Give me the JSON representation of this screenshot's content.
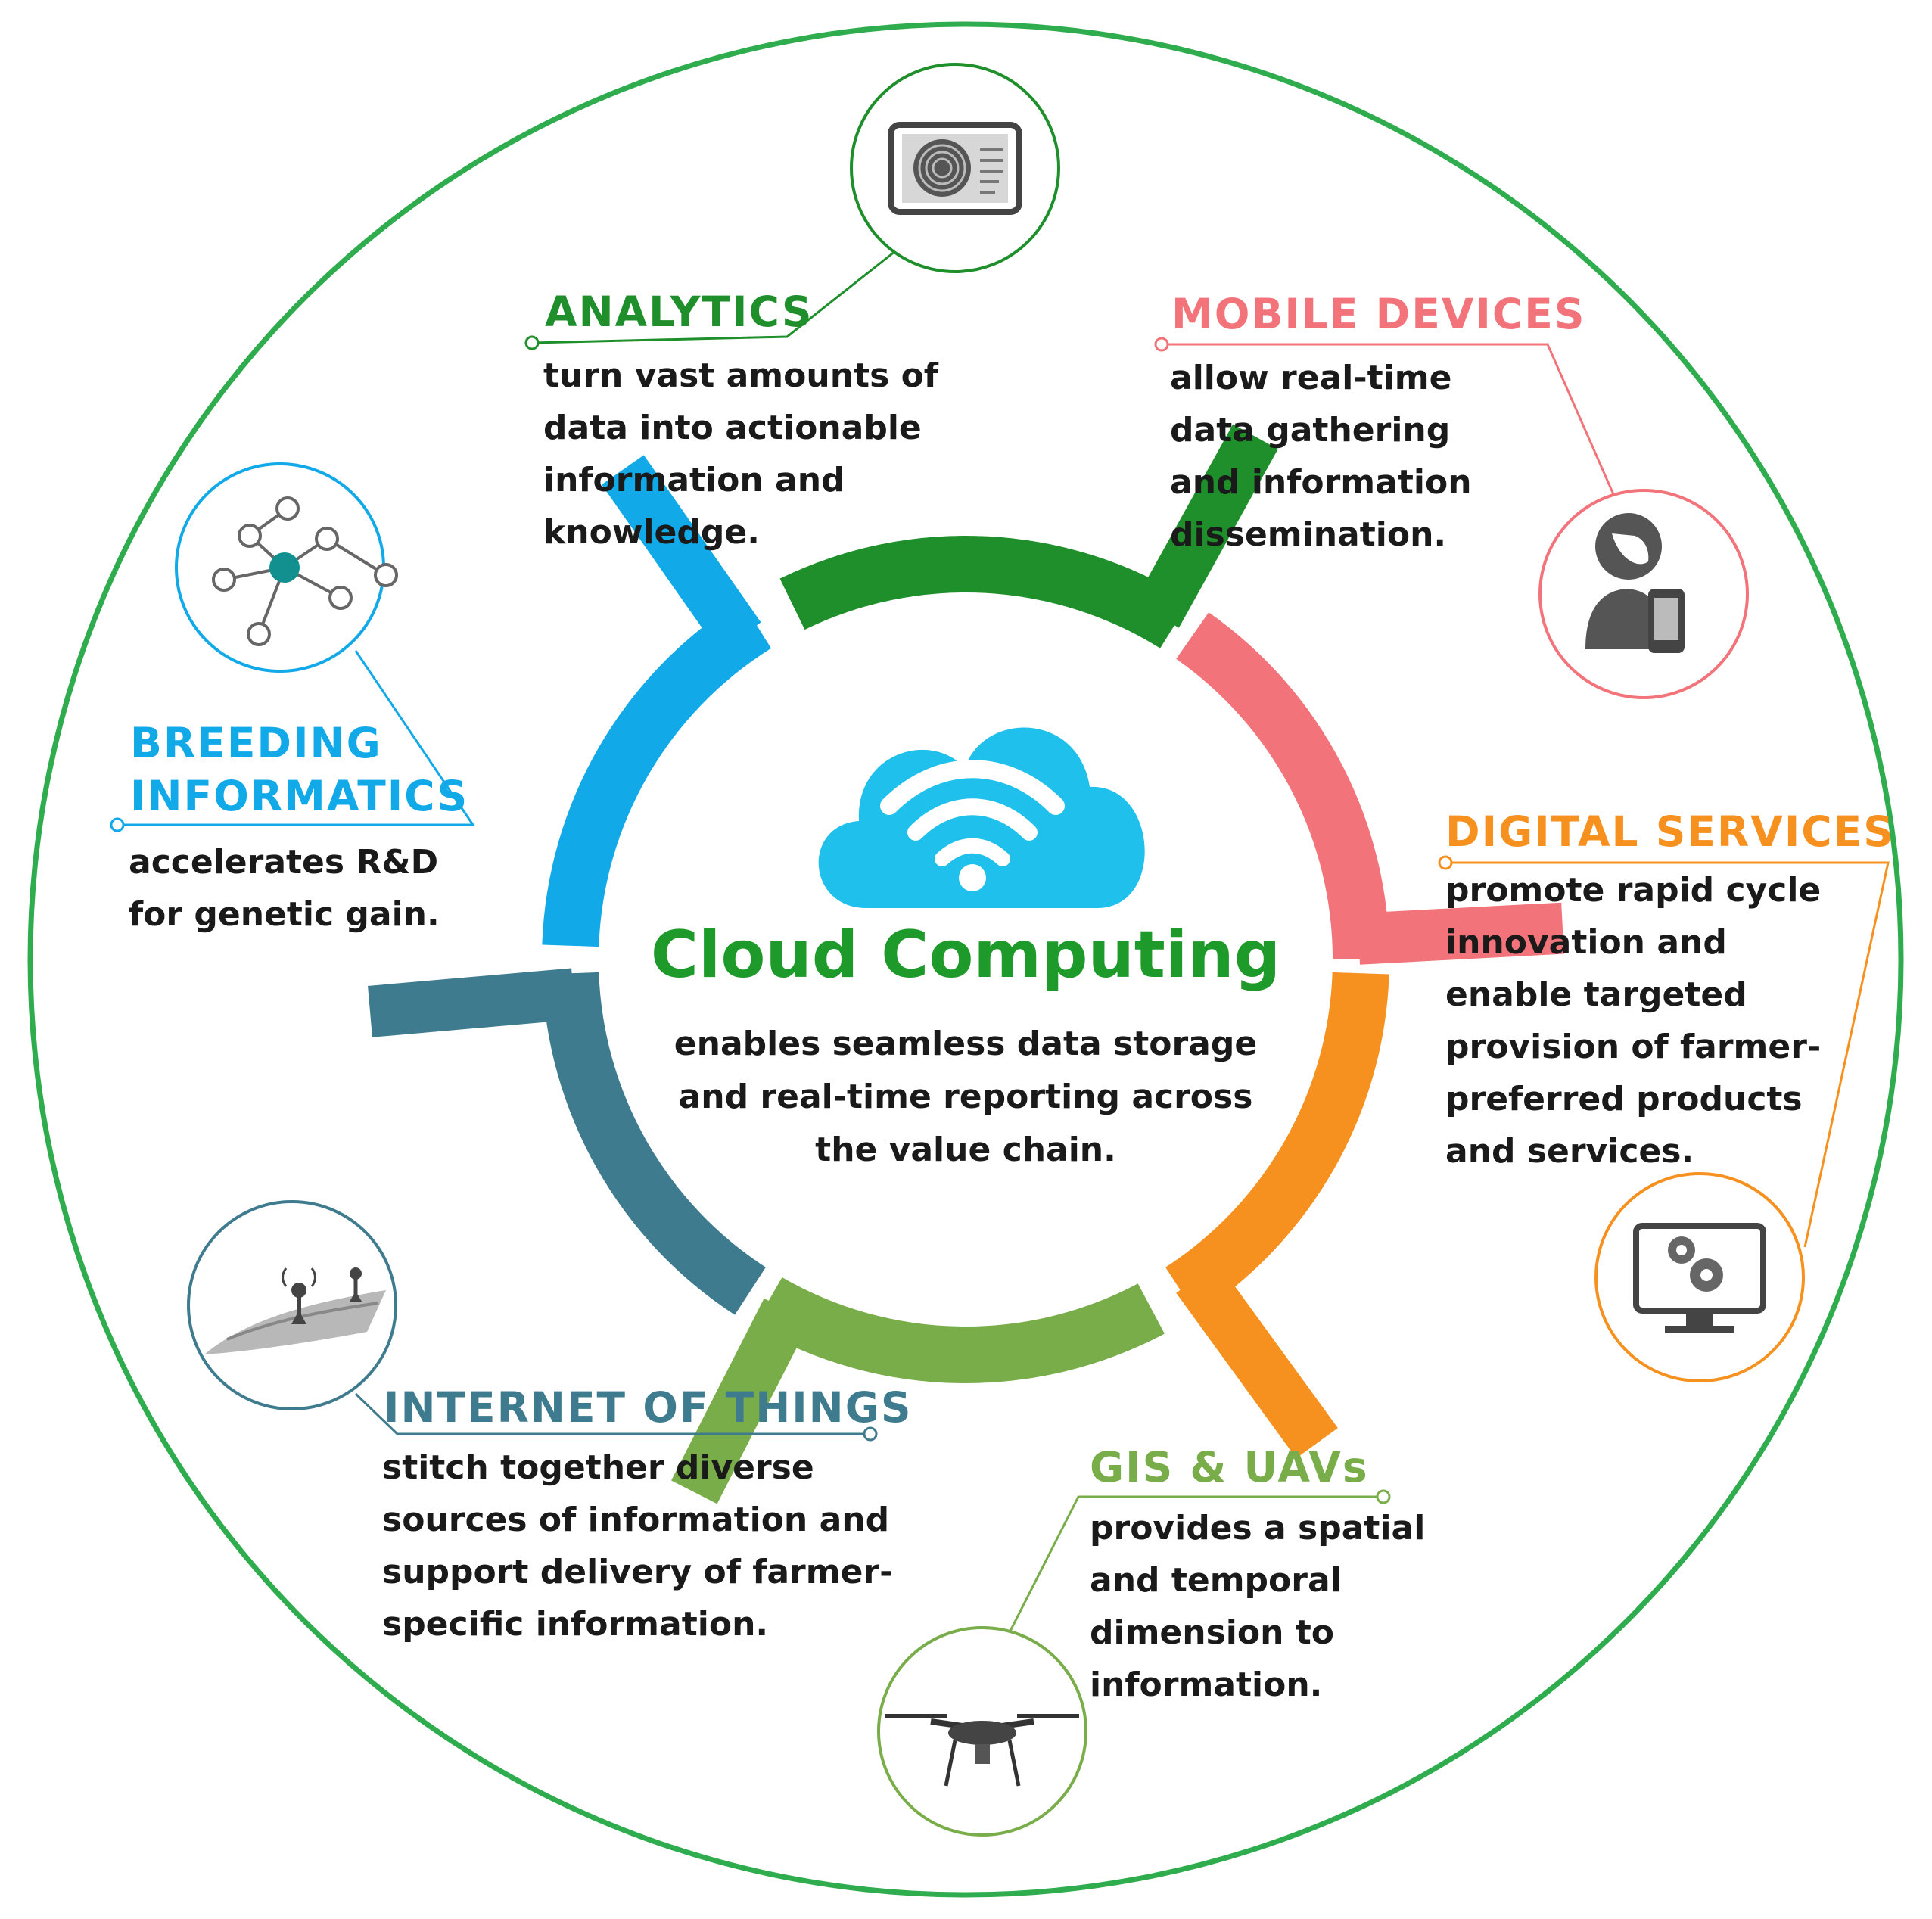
{
  "center": {
    "title": "Cloud Computing",
    "lines": [
      "enables seamless data storage",
      "and real-time reporting across",
      "the value chain."
    ]
  },
  "segments": {
    "analytics": {
      "title": "ANALYTICS",
      "color": "#1e8f2a",
      "icon": "tablet-fingerprint-icon",
      "lines": [
        "turn vast amounts of",
        "data into actionable",
        "information and",
        "knowledge."
      ]
    },
    "mobile": {
      "title": "MOBILE DEVICES",
      "color": "#f2737a",
      "icon": "person-phone-icon",
      "lines": [
        "allow real-time",
        "data gathering",
        "and information",
        "dissemination."
      ]
    },
    "digital": {
      "title": "DIGITAL SERVICES",
      "color": "#f6901f",
      "icon": "monitor-gears-icon",
      "lines": [
        "promote rapid cycle",
        "innovation and",
        "enable targeted",
        "provision of farmer-",
        "preferred products",
        "and services."
      ]
    },
    "gis": {
      "title": "GIS & UAVs",
      "color": "#79ad4a",
      "icon": "drone-icon",
      "lines": [
        "provides a spatial",
        "and temporal",
        "dimension to",
        "information."
      ]
    },
    "iot": {
      "title": "INTERNET OF THINGS",
      "color": "#3f7b8f",
      "icon": "field-sensors-icon",
      "lines": [
        "stitch together diverse",
        "sources of information and",
        "support delivery of farmer-",
        "specific information."
      ]
    },
    "breeding": {
      "title_lines": [
        "BREEDING",
        "INFORMATICS"
      ],
      "color": "#12a9e8",
      "icon": "network-nodes-icon",
      "lines": [
        "accelerates R&D",
        "for genetic gain."
      ]
    }
  },
  "colors": {
    "outer_ring": "#2fad4e",
    "cloud": "#1fc0ec"
  }
}
